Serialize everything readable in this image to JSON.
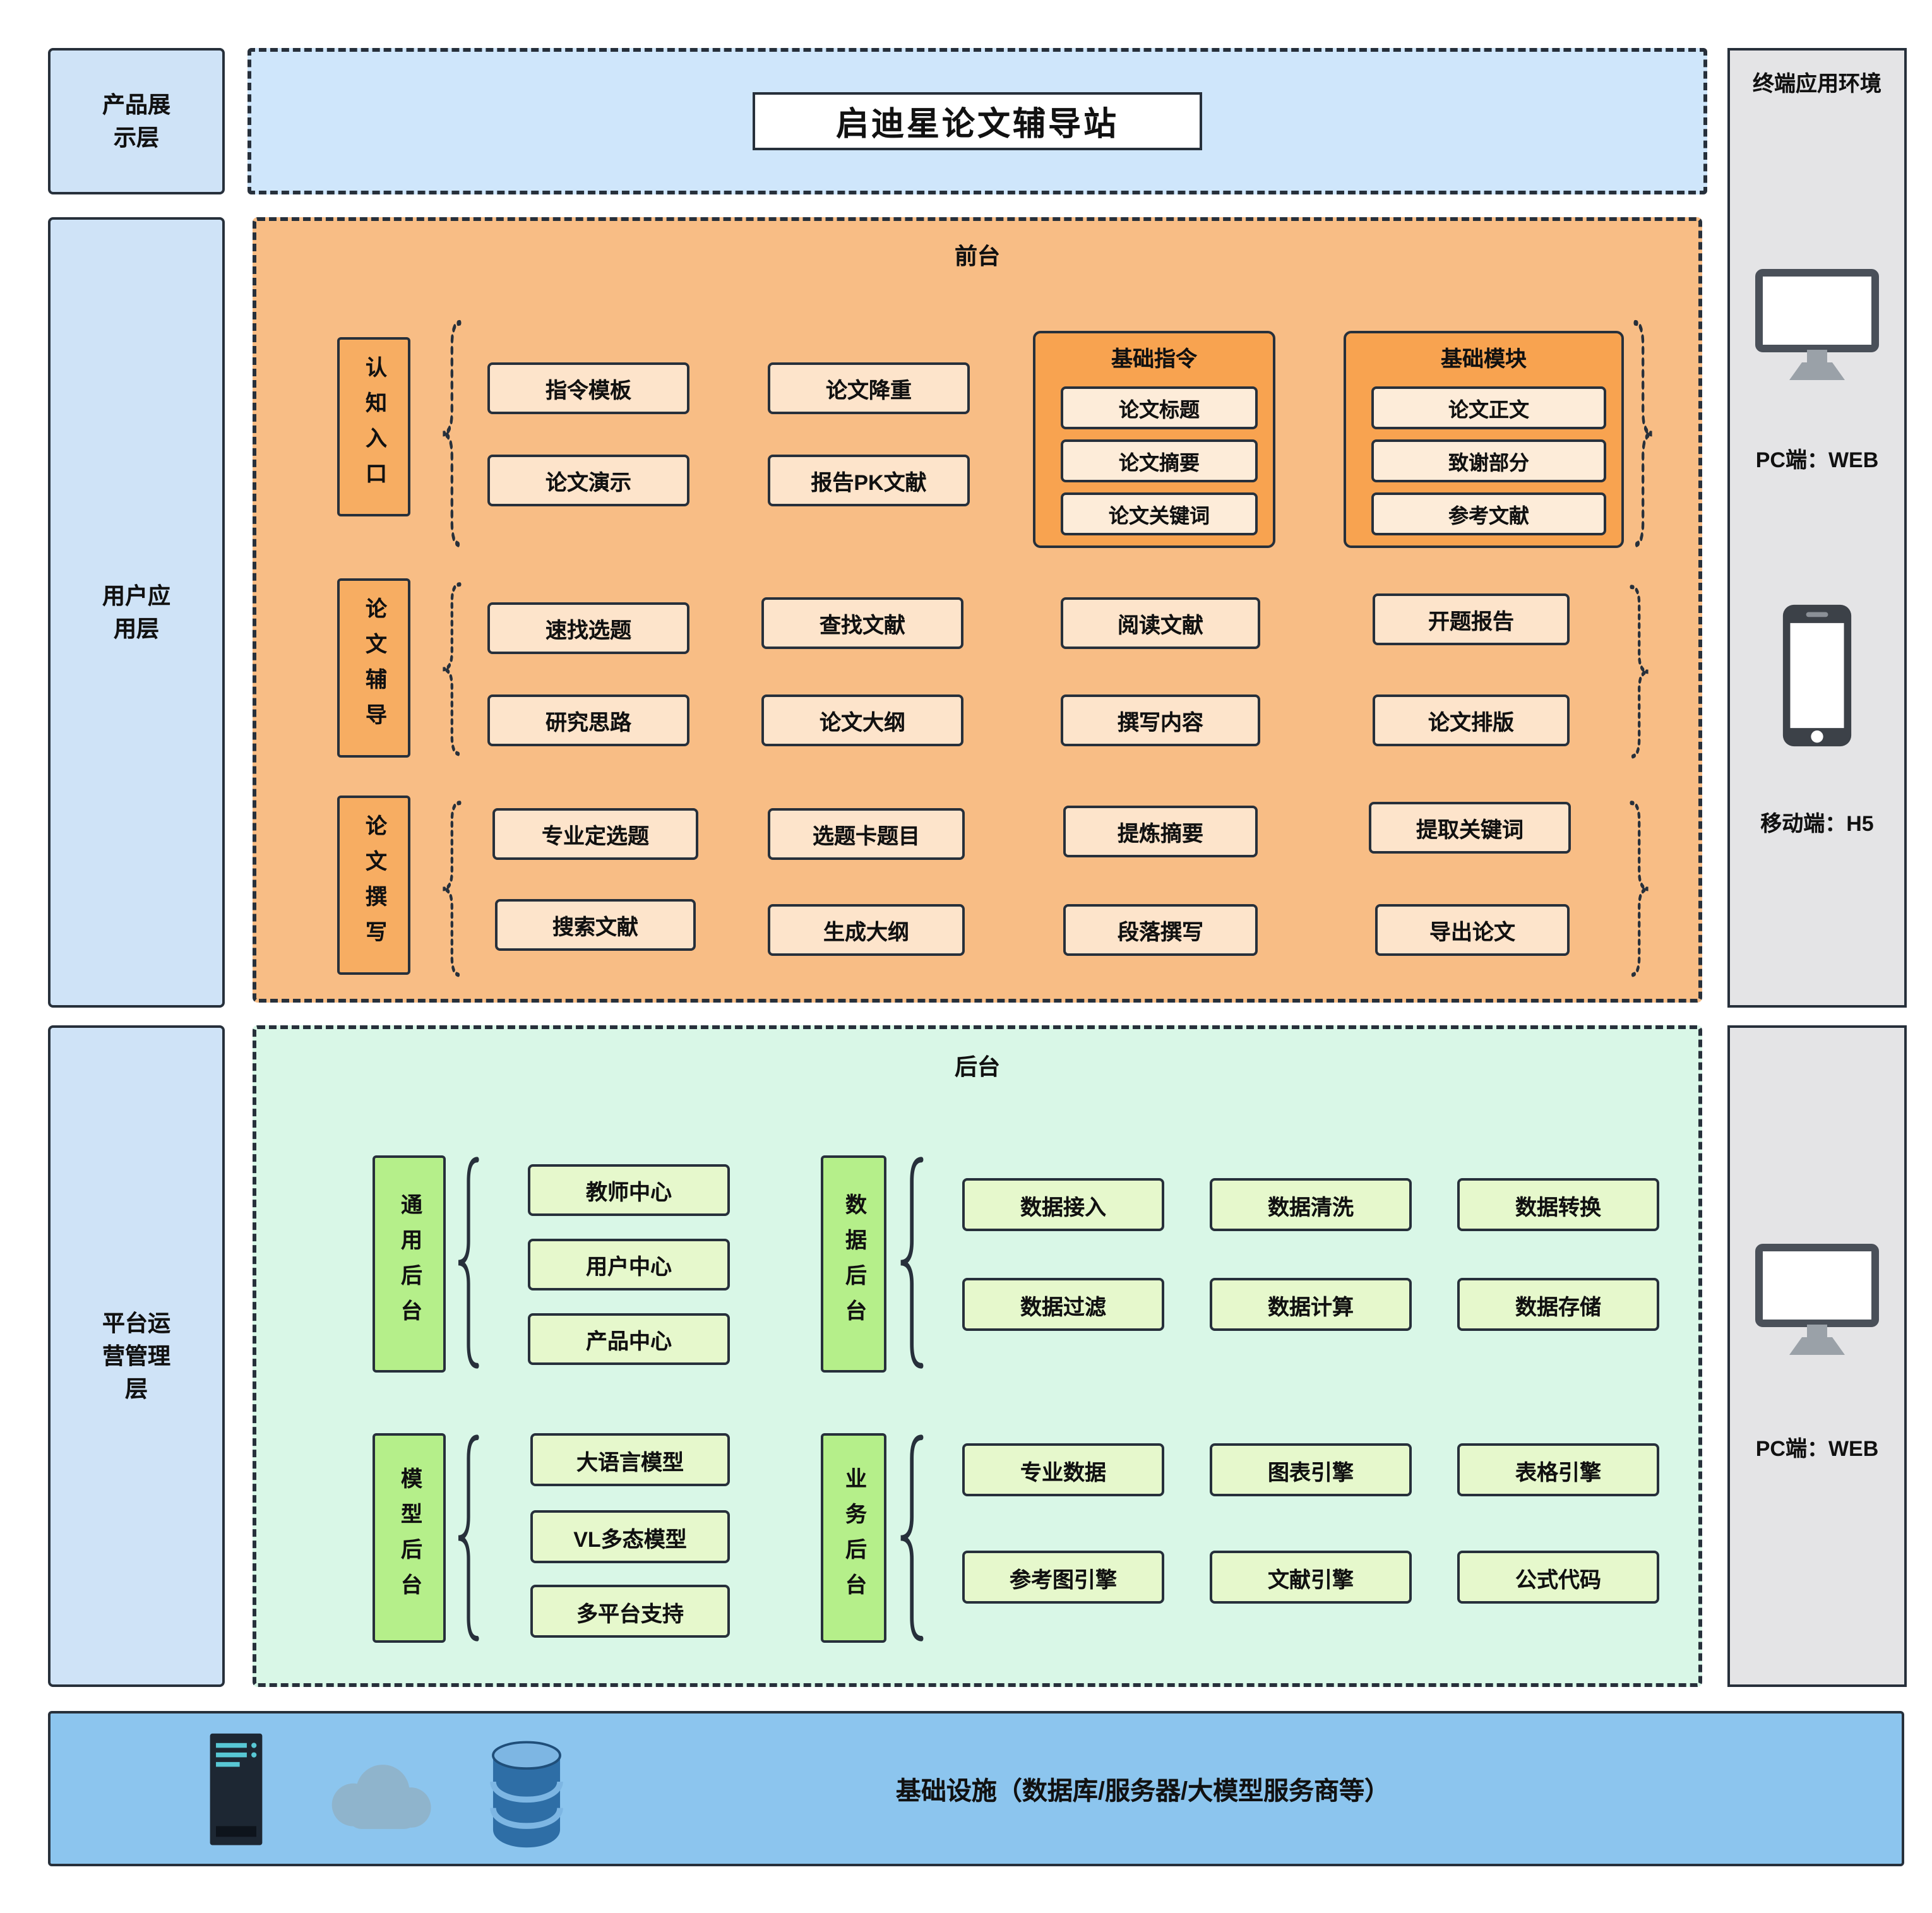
{
  "layers": {
    "product_display": "产品展示层",
    "user_application": "用户应用层",
    "platform_ops": "平台运营管理层"
  },
  "title": "启迪星论文辅导站",
  "terminal": {
    "header": "终端应用环境",
    "pc_web": "PC端：WEB",
    "mobile_h5": "移动端：H5"
  },
  "frontend": {
    "label": "前台",
    "cognitive_entry": {
      "label": "认知入口",
      "items": [
        "指令模板",
        "论文演示",
        "论文降重",
        "报告PK文献"
      ]
    },
    "basic_commands": {
      "label": "基础指令",
      "items": [
        "论文标题",
        "论文摘要",
        "论文关键词"
      ]
    },
    "basic_modules": {
      "label": "基础模块",
      "items": [
        "论文正文",
        "致谢部分",
        "参考文献"
      ]
    },
    "paper_tutoring": {
      "label": "论文辅导",
      "items": [
        "速找选题",
        "研究思路",
        "查找文献",
        "论文大纲",
        "阅读文献",
        "撰写内容",
        "开题报告",
        "论文排版"
      ]
    },
    "paper_writing": {
      "label": "论文撰写",
      "items": [
        "专业定选题",
        "搜索文献",
        "选题卡题目",
        "生成大纲",
        "提炼摘要",
        "段落撰写",
        "提取关键词",
        "导出论文"
      ]
    }
  },
  "backend": {
    "label": "后台",
    "general": {
      "label": "通用后台",
      "items": [
        "教师中心",
        "用户中心",
        "产品中心"
      ]
    },
    "data": {
      "label": "数据后台",
      "items": [
        "数据接入",
        "数据清洗",
        "数据转换",
        "数据过滤",
        "数据计算",
        "数据存储"
      ]
    },
    "model": {
      "label": "模型后台",
      "items": [
        "大语言模型",
        "VL多态模型",
        "多平台支持"
      ]
    },
    "business": {
      "label": "业务后台",
      "items": [
        "专业数据",
        "图表引擎",
        "表格引擎",
        "参考图引擎",
        "文献引擎",
        "公式代码"
      ]
    }
  },
  "infrastructure": {
    "label": "基础设施（数据库/服务器/大模型服务商等）"
  },
  "colors": {
    "layer_blue": "#cfe3f7",
    "frontend_orange": "#f8bd85",
    "node_peach": "#fde4cb",
    "group_orange": "#f8a350",
    "backend_mint": "#d9f7e7",
    "node_green": "#e6f8cc",
    "label_green": "#b5ef8a",
    "infra_blue": "#8cc5ee",
    "panel_gray": "#e4e4e6"
  }
}
